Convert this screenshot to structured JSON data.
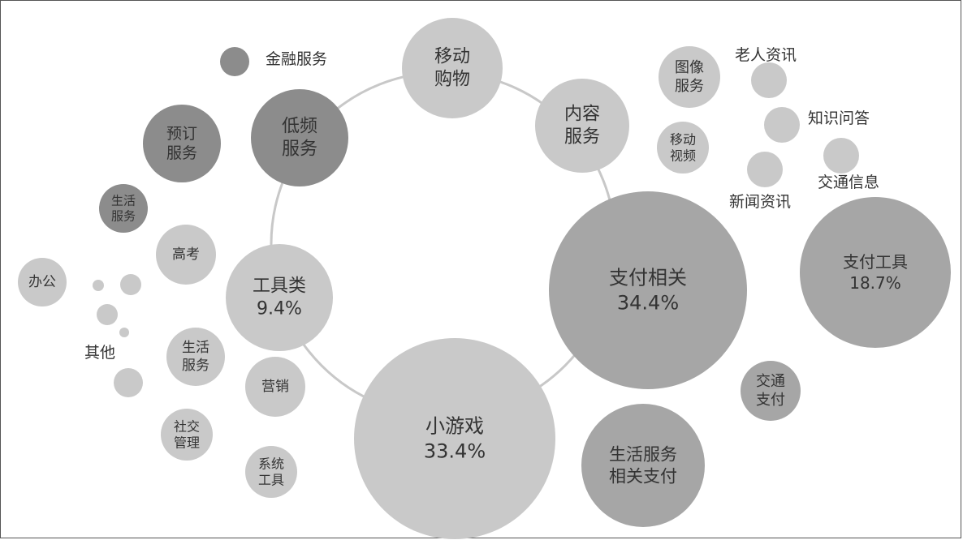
{
  "colors": {
    "light": "#c9c9c9",
    "mid": "#a6a6a6",
    "dark": "#8c8c8c",
    "ring": "#c8c8c8",
    "text": "#333333"
  },
  "bubbles": [
    {
      "id": "mobile-shopping",
      "lines": [
        "移动",
        "购物"
      ],
      "tone": "light"
    },
    {
      "id": "content-services",
      "lines": [
        "内容",
        "服务"
      ],
      "tone": "light"
    },
    {
      "id": "low-frequency-services",
      "lines": [
        "低频",
        "服务"
      ],
      "tone": "dark"
    },
    {
      "id": "booking-services",
      "lines": [
        "预订",
        "服务"
      ],
      "tone": "dark"
    },
    {
      "id": "finance-services",
      "lines": [],
      "tone": "dark"
    },
    {
      "id": "life-services-dark",
      "lines": [
        "生活",
        "服务"
      ],
      "tone": "dark"
    },
    {
      "id": "exam",
      "lines": [
        "高考"
      ],
      "tone": "light"
    },
    {
      "id": "office",
      "lines": [
        "办公"
      ],
      "tone": "light"
    },
    {
      "id": "tools",
      "lines": [
        "工具类",
        "9.4%"
      ],
      "tone": "light"
    },
    {
      "id": "life-services-light",
      "lines": [
        "生活",
        "服务"
      ],
      "tone": "light"
    },
    {
      "id": "marketing",
      "lines": [
        "营销"
      ],
      "tone": "light"
    },
    {
      "id": "social-management",
      "lines": [
        "社交",
        "管理"
      ],
      "tone": "light"
    },
    {
      "id": "system-tools",
      "lines": [
        "系统",
        "工具"
      ],
      "tone": "light"
    },
    {
      "id": "mini-games",
      "lines": [
        "小游戏",
        "33.4%"
      ],
      "tone": "light"
    },
    {
      "id": "payment-related",
      "lines": [
        "支付相关",
        "34.4%"
      ],
      "tone": "mid"
    },
    {
      "id": "life-payment",
      "lines": [
        "生活服务",
        "相关支付"
      ],
      "tone": "mid"
    },
    {
      "id": "traffic-payment",
      "lines": [
        "交通",
        "支付"
      ],
      "tone": "mid"
    },
    {
      "id": "payment-tools",
      "lines": [
        "支付工具",
        "18.7%"
      ],
      "tone": "mid"
    },
    {
      "id": "image-services",
      "lines": [
        "图像",
        "服务"
      ],
      "tone": "light"
    },
    {
      "id": "mobile-video",
      "lines": [
        "移动",
        "视频"
      ],
      "tone": "light"
    },
    {
      "id": "elderly-news",
      "lines": [],
      "tone": "light"
    },
    {
      "id": "qa",
      "lines": [],
      "tone": "light"
    },
    {
      "id": "traffic-info",
      "lines": [],
      "tone": "light"
    },
    {
      "id": "news",
      "lines": [],
      "tone": "light"
    },
    {
      "id": "other-1",
      "lines": [],
      "tone": "light"
    },
    {
      "id": "other-2",
      "lines": [],
      "tone": "light"
    },
    {
      "id": "other-3",
      "lines": [],
      "tone": "light"
    },
    {
      "id": "other-4",
      "lines": [],
      "tone": "light"
    },
    {
      "id": "other-5",
      "lines": [],
      "tone": "light"
    }
  ],
  "external_labels": [
    {
      "id": "finance-services",
      "text": "金融服务"
    },
    {
      "id": "elderly-news",
      "text": "老人资讯"
    },
    {
      "id": "qa",
      "text": "知识问答"
    },
    {
      "id": "traffic-info",
      "text": "交通信息"
    },
    {
      "id": "news",
      "text": "新闻资讯"
    },
    {
      "id": "other",
      "text": "其他"
    }
  ]
}
